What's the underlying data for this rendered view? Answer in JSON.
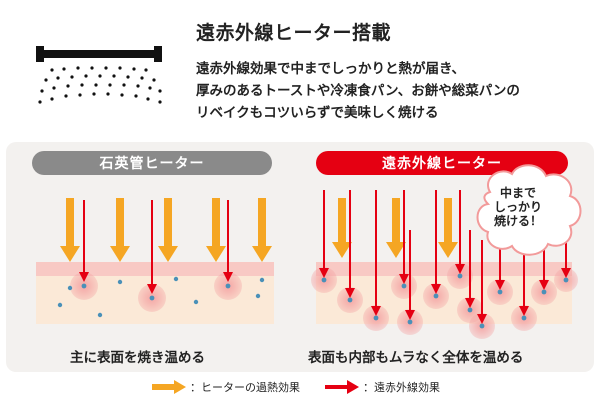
{
  "header": {
    "title": "遠赤外線ヒーター搭載",
    "description_lines": [
      "遠赤外線効果で中までしっかりと熱が届き、",
      "厚みのあるトーストや冷凍食パン、お餅や総菜パンの",
      "リベイクもコツいらずで美味しく焼ける"
    ]
  },
  "comparison": {
    "left": {
      "label": "石英管ヒーター",
      "caption": "主に表面を焼き温める",
      "color": "#8a8a8a"
    },
    "right": {
      "label": "遠赤外線ヒーター",
      "caption": "表面も内部もムラなく全体を温める",
      "color": "#e50012",
      "callout": "中まで しっかり 焼ける！",
      "callout_lines": [
        "中まで",
        "しっかり",
        "焼ける！"
      ]
    }
  },
  "legend": {
    "items": [
      {
        "label": "：ヒーターの過熱効果",
        "color": "#f5a623",
        "icon": "yellow-arrow-icon"
      },
      {
        "label": "：遠赤外線効果",
        "color": "#e50012",
        "icon": "red-arrow-icon"
      }
    ]
  },
  "icons": {
    "heater": "heater-icon"
  },
  "colors": {
    "panel_bg": "#f3f1ef",
    "bread": "#fbe9d7",
    "bread_top": "#f8c9c4",
    "heat_dot": "#4a90b8"
  }
}
